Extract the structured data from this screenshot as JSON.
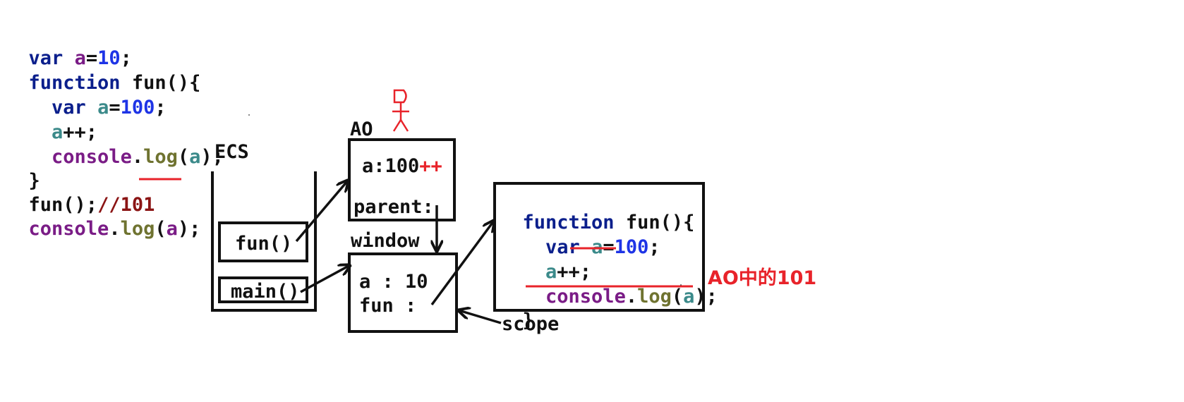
{
  "code_left": {
    "l1": {
      "kw": "var",
      "var": "a",
      "eq": "=",
      "num": "10",
      "end": ";"
    },
    "l2": {
      "kw": "function",
      "rest": "fun(){"
    },
    "l3": {
      "kw": "var",
      "var": "a",
      "eq": "=",
      "num": "100",
      "end": ";"
    },
    "l4": {
      "var": "a",
      "rest": "++;"
    },
    "l5": {
      "obj": "console",
      "dot": ".",
      "meth": "log",
      "open": "(",
      "var": "a",
      "close": ");"
    },
    "l6": {
      "rest": "}"
    },
    "l7": {
      "call": "fun();",
      "comment": "//101"
    },
    "l8": {
      "obj": "console",
      "dot": ".",
      "meth": "log",
      "open": "(",
      "var": "a",
      "close": ");"
    }
  },
  "ecs": {
    "label": "ECS",
    "frames": [
      "fun()",
      "main()"
    ]
  },
  "ao": {
    "label": "AO",
    "line1": "a:100",
    "line1_suffix": "++",
    "line2": "parent:"
  },
  "window": {
    "label": "window",
    "line1": "a : 10",
    "line2": "fun :"
  },
  "scope_label": "scope",
  "fn_box": {
    "l1": {
      "kw": "function",
      "rest": "fun(){"
    },
    "l2": {
      "kw": "var",
      "var": "a",
      "eq": "=",
      "num": "100",
      "end": ";"
    },
    "l3": {
      "var": "a",
      "rest": "++;"
    },
    "l4": {
      "obj": "console",
      "dot": ".",
      "meth": "log",
      "open": "(",
      "var": "a",
      "close": ");"
    },
    "l5": {
      "rest": "}"
    }
  },
  "annotation": "AO中的101",
  "colors": {
    "annotation": "#e8232a",
    "keyword": "#0b1f8c",
    "number": "#1e34e6",
    "variable": "#3b8a8a",
    "object": "#7a1c86",
    "method": "#6f7330",
    "comment": "#8b1414"
  },
  "icons": [
    "stick-figure-icon"
  ]
}
